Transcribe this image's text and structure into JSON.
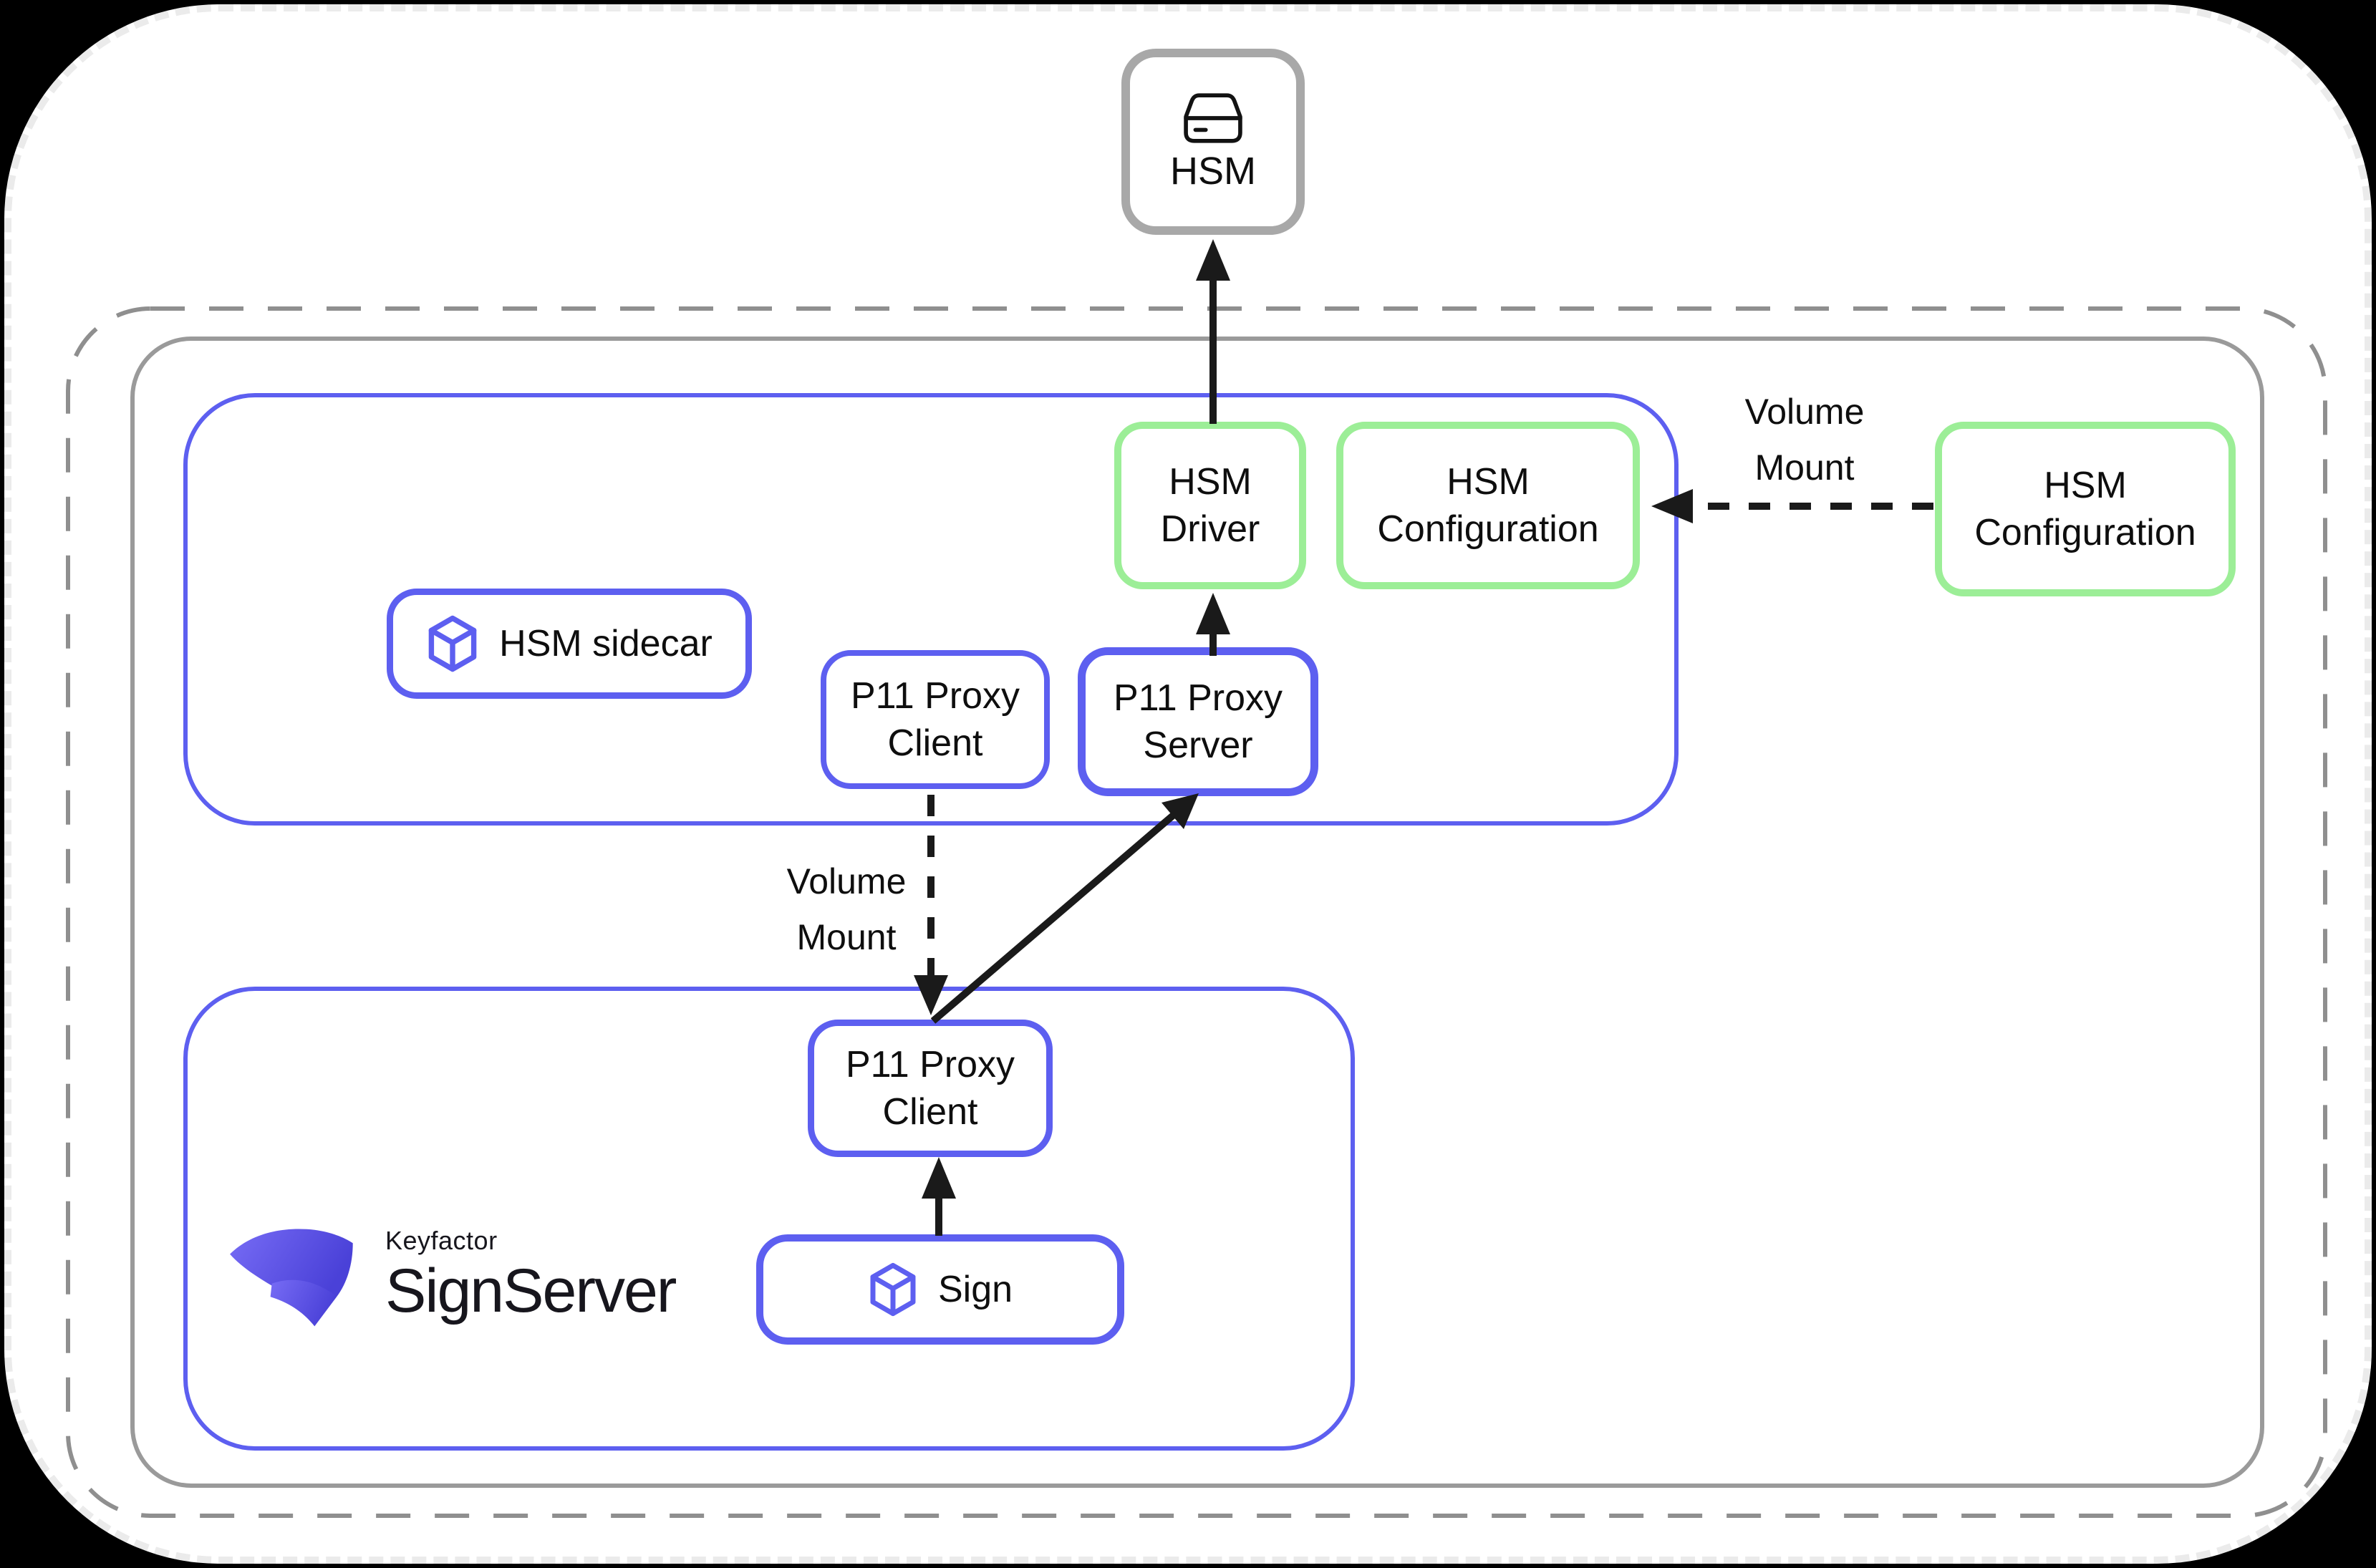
{
  "colors": {
    "blue": "#5D5FF0",
    "green": "#9CEE97",
    "graySolid": "#9A9A9A",
    "grayDashed": "#8F8F8F",
    "hsmGray": "#A8A8A8",
    "frameDash": "#EBEBEB",
    "arrow": "#1A1A1A",
    "ink": "#0E0E0E",
    "logoInk": "#17161D",
    "grad1": "#776CF5",
    "grad2": "#4A41D8"
  },
  "nodes": {
    "hsm": {
      "label": "HSM"
    },
    "hsm_driver": {
      "label": "HSM\nDriver"
    },
    "hsm_config_pod": {
      "label": "HSM\nConfiguration"
    },
    "hsm_config_external": {
      "label": "HSM\nConfiguration"
    },
    "hsm_sidecar": {
      "label": "HSM sidecar"
    },
    "p11_proxy_client_sidecar": {
      "label": "P11 Proxy\nClient"
    },
    "p11_proxy_server": {
      "label": "P11 Proxy\nServer"
    },
    "p11_proxy_client_signserver": {
      "label": "P11 Proxy\nClient"
    },
    "sign_worker": {
      "label": "Sign"
    }
  },
  "edge_labels": {
    "volume_mount_external": "Volume\nMount",
    "volume_mount_pods": "Volume\nMount"
  },
  "edges": [
    {
      "from": "hsm_driver",
      "to": "hsm",
      "style": "solid-arrow"
    },
    {
      "from": "p11_proxy_server",
      "to": "hsm_driver",
      "style": "solid-arrow"
    },
    {
      "from": "p11_proxy_client_signserver",
      "to": "p11_proxy_server",
      "style": "solid-arrow"
    },
    {
      "from": "sign_worker",
      "to": "p11_proxy_client_signserver",
      "style": "solid-arrow"
    },
    {
      "from": "p11_proxy_client_sidecar",
      "to": "p11_proxy_client_signserver",
      "style": "dashed-arrow",
      "label": "Volume\nMount"
    },
    {
      "from": "hsm_config_external",
      "to": "hsm_config_pod",
      "style": "dashed-arrow",
      "label": "Volume\nMount"
    }
  ],
  "logo": {
    "brand": "Keyfactor",
    "product": "SignServer"
  },
  "icons": {
    "hsm": "hard-drive-icon",
    "hsm_sidecar": "cube-icon",
    "sign_worker": "cube-icon"
  }
}
